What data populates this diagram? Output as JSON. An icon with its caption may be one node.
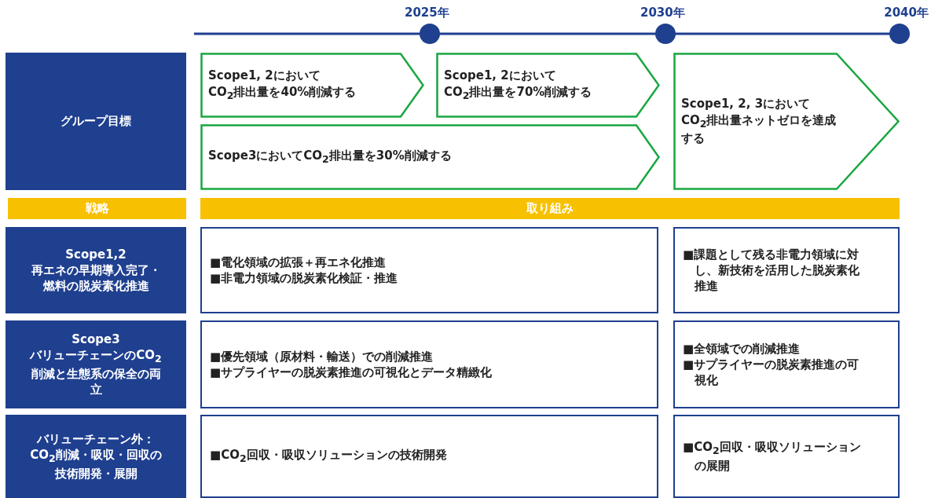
{
  "diagram": {
    "nodes": [
      {
        "text": [
          "グループ目標"
        ]
      },
      {
        "text": [
          "Scope1, 2において CO$_{2}$排出量を40%削減する"
        ]
      },
      {
        "text": [
          "Scope1, 2において CO$_{2}$排出量を70%削減する"
        ]
      },
      {
        "text": [
          "Scope1, 2, 3において CO$_{2}$排出量ネットゼロを達成する"
        ]
      },
      {
        "text": [
          "Scope3においてCO$_{2}$排出量を30%削減する"
        ]
      },
      {
        "text": [
          "戦略"
        ]
      },
      {
        "text": [
          "取り組み"
        ]
      },
      {
        "text": [
          "Scope1,2",
          "再エネの早期導入完了・燃料の脱炭素化推進"
        ]
      },
      {
        "text": [
          "■電化領域の拡張＋再エネ化推進",
          "■非電力領域の脱炭素化検証・推進"
        ]
      },
      {
        "text": [
          "■課題として残る非電力領域に対し、新技術を活用した脱炭素化推進"
        ]
      },
      {
        "text": [
          "Scope3",
          "バリューチェーンのCO$_{2}$削減と生態系の保全の両立"
        ]
      },
      {
        "text": [
          "■優先領域（原材料・輸送）での削減推進",
          "■サプライヤーの脱炭素推進の可視化とデータ精緻化"
        ]
      },
      {
        "text": [
          "■全領域での削減推進",
          "■サプライヤーの脱炭素推進の可視化"
        ]
      },
      {
        "text": [
          "バリューチェーン外：CO$_{2}$削減・吸収・回収の技術開発・展開"
        ]
      },
      {
        "text": [
          "■CO$_{2}$回収・吸収ソリューションの技術開発"
        ]
      },
      {
        "text": [
          "■CO$_{2}$回収・吸収ソリューションの展開"
        ]
      }
    ],
    "labels": [
      "2025年",
      "2030年",
      "2040年"
    ]
  }
}
